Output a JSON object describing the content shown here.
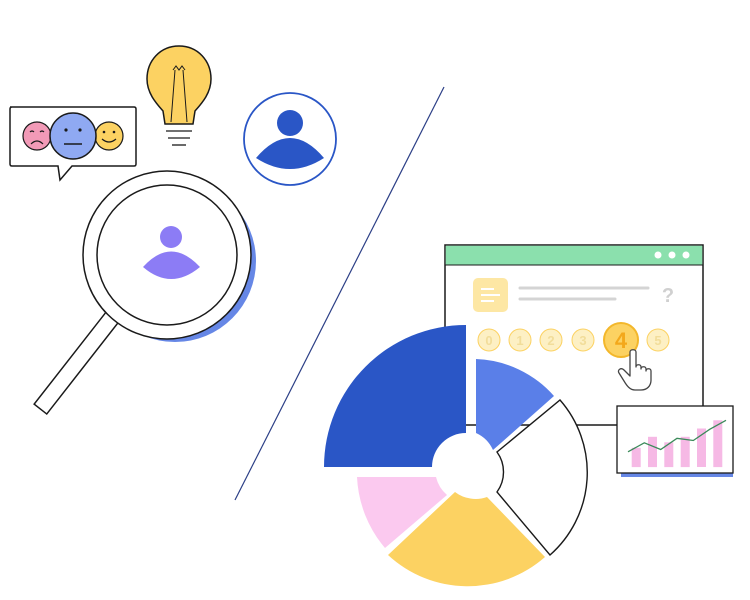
{
  "colors": {
    "outline": "#1a1a1a",
    "navy": "#2a56c6",
    "blue": "#5a7fe8",
    "purple": "#8c7cf5",
    "yellow": "#fcd262",
    "yellow_dark": "#f3b72b",
    "pink": "#fbc9ef",
    "pink_face": "#f29ab7",
    "green_bar": "#8be0ad",
    "divider": "#2c3f86",
    "chart_pink": "#f6b9e5",
    "chart_line": "#3b8a5a",
    "rating_fill": "#fdf0c4"
  },
  "feedback": {
    "faces": [
      "sad",
      "neutral",
      "happy"
    ]
  },
  "rating_card": {
    "window_dots": 3,
    "question_mark": "?",
    "scale": [
      "0",
      "1",
      "2",
      "3",
      "4",
      "5"
    ],
    "selected": "4"
  },
  "pie_segments": [
    {
      "name": "navy",
      "value": 25
    },
    {
      "name": "blue",
      "value": 12.5
    },
    {
      "name": "white",
      "value": 22.5
    },
    {
      "name": "yellow",
      "value": 25
    },
    {
      "name": "pink",
      "value": 15
    }
  ],
  "mini_chart": {
    "bars": [
      0.35,
      0.55,
      0.45,
      0.55,
      0.7,
      0.85
    ],
    "trend": [
      0.25,
      0.45,
      0.3,
      0.55,
      0.5,
      0.75,
      0.95
    ]
  }
}
